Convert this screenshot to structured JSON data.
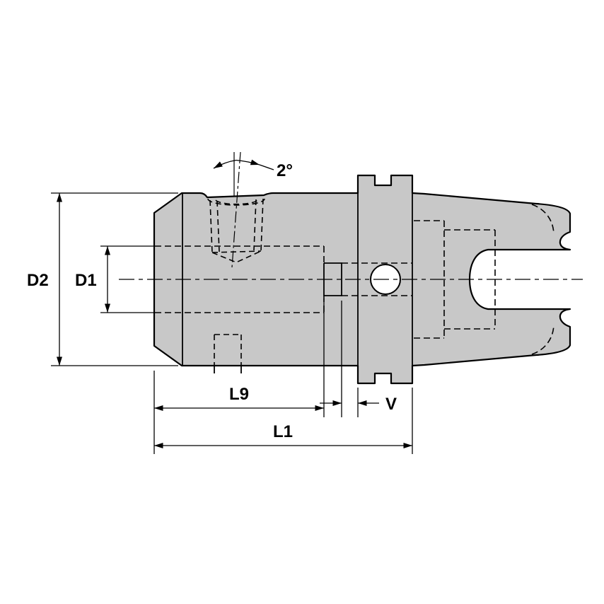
{
  "drawing": {
    "type": "toolholder-engineering-drawing",
    "labels": {
      "d2": "D2",
      "d1": "D1",
      "angle": "2°",
      "l9": "L9",
      "v": "V",
      "l1": "L1"
    },
    "colors": {
      "body_fill": "#c8c8c8",
      "line": "#000000",
      "background": "#ffffff",
      "hole_fill": "#ffffff"
    }
  }
}
